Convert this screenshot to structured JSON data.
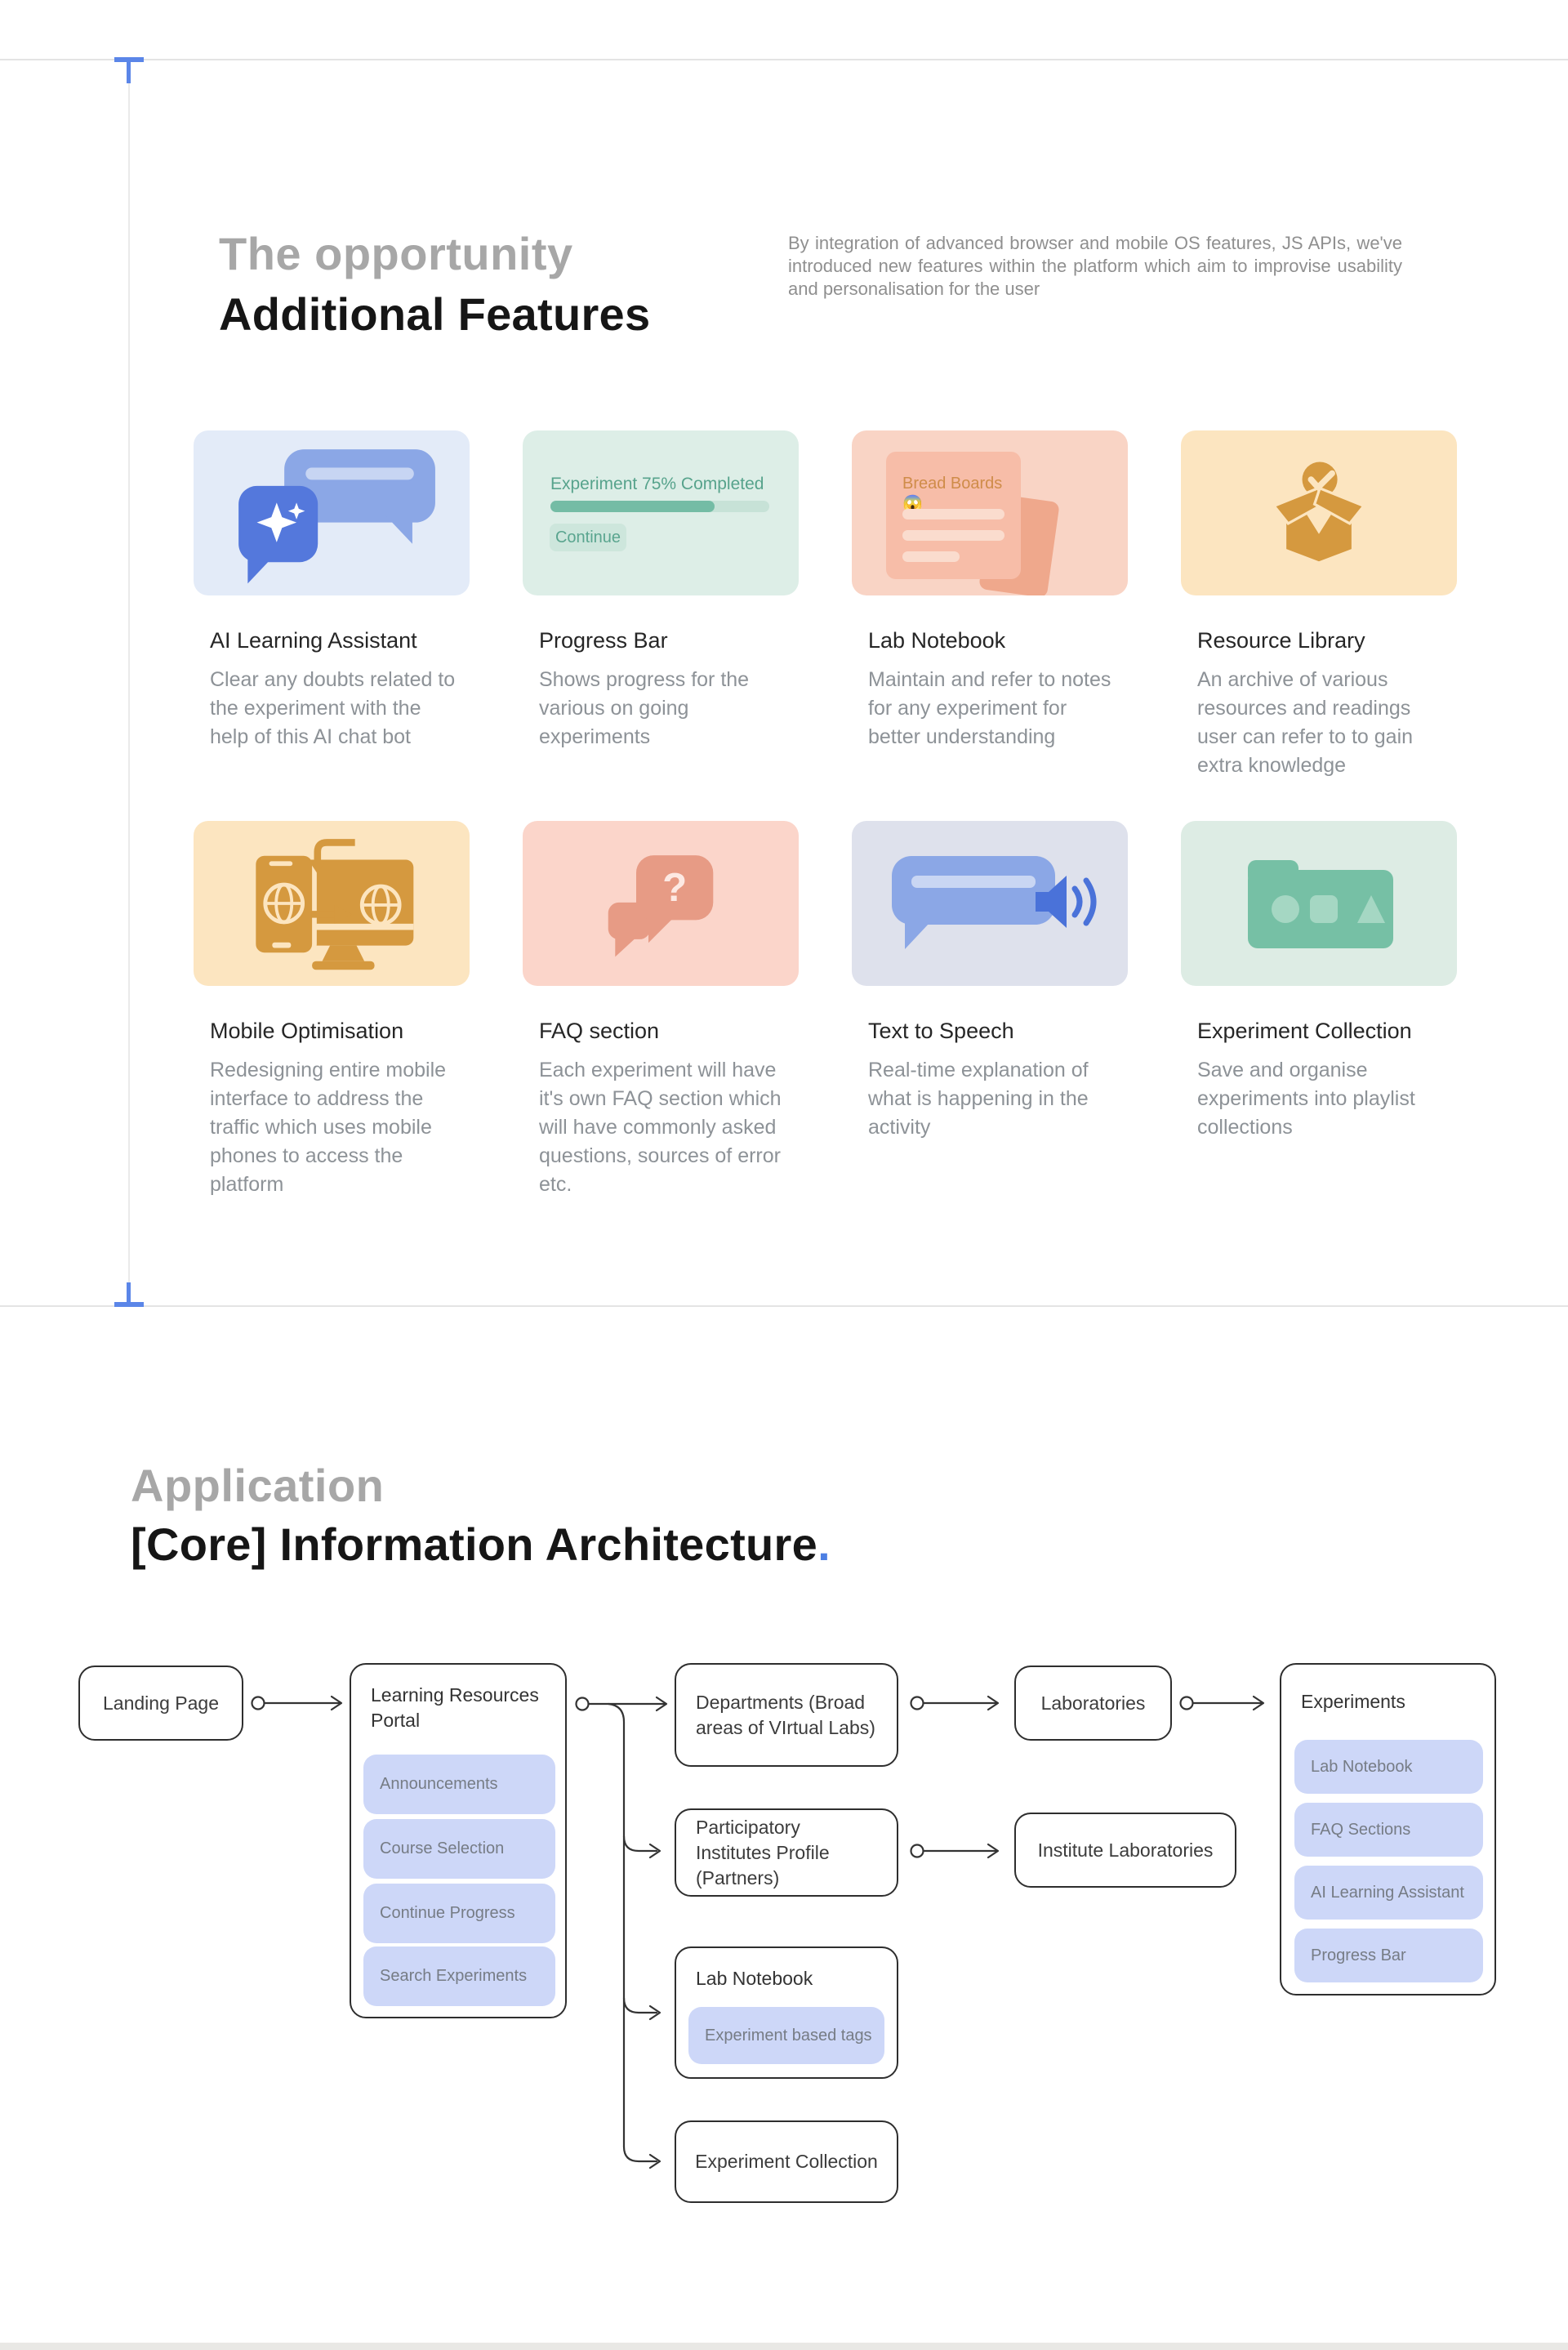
{
  "page": {
    "section_features": {
      "eyebrow": "The opportunity",
      "title": "Additional Features",
      "intro": "By integration of advanced browser and mobile OS features, JS APIs, we've introduced new features within the platform which aim to improvise usability and personalisation for the user",
      "cards": [
        {
          "title": "AI Learning Assistant",
          "description": "Clear any doubts related to the experiment with the help of this AI chat bot"
        },
        {
          "title": "Progress Bar",
          "description": "Shows progress for the various on going experiments",
          "widget": {
            "label": "Experiment 75% Completed",
            "percent": 75,
            "button": "Continue"
          }
        },
        {
          "title": "Lab Notebook",
          "description": "Maintain and refer to notes for any experiment for better understanding",
          "note_title": "Bread Boards 😱"
        },
        {
          "title": "Resource Library",
          "description": "An archive of various resources and readings user can refer to to gain extra knowledge"
        },
        {
          "title": "Mobile Optimisation",
          "description": "Redesigning entire mobile interface to address the traffic which uses mobile phones to access the platform"
        },
        {
          "title": "FAQ section",
          "description": "Each experiment will have it's own FAQ section which will have commonly asked questions, sources of error etc."
        },
        {
          "title": "Text to Speech",
          "description": "Real-time explanation of what is happening in the activity"
        },
        {
          "title": "Experiment Collection",
          "description": "Save and organise experiments into playlist collections"
        }
      ]
    },
    "section_ia": {
      "eyebrow": "Application",
      "title": "[Core] Information Architecture",
      "title_period": "."
    },
    "flowchart": {
      "landing": {
        "label": "Landing Page"
      },
      "portal": {
        "title": "Learning Resources Portal",
        "items": [
          "Announcements",
          "Course Selection",
          "Continue Progress",
          "Search Experiments"
        ]
      },
      "departments": {
        "label": "Departments (Broad areas of VIrtual Labs)"
      },
      "participatory": {
        "label": "Participatory Institutes Profile (Partners)"
      },
      "lab_notebook": {
        "title": "Lab Notebook",
        "tag": "Experiment based tags"
      },
      "experiment_collection": {
        "label": "Experiment Collection"
      },
      "laboratories": {
        "label": "Laboratories"
      },
      "institute_laboratories": {
        "label": "Institute Laboratories"
      },
      "experiments": {
        "title": "Experiments",
        "items": [
          "Lab Notebook",
          "FAQ Sections",
          "AI Learning Assistant",
          "Progress Bar"
        ]
      }
    },
    "colors": {
      "accent_blue": "#4d7fe3",
      "guide_blue": "#5b86e8",
      "card_ai_bg": "#e3ebf8",
      "card_progress_bg": "#ddeee7",
      "card_notebook_bg": "#f9d4c5",
      "card_library_bg": "#fce5c0",
      "card_mobile_bg": "#fce5c0",
      "card_faq_bg": "#fbd5ca",
      "card_tts_bg": "#dee1ec",
      "card_collection_bg": "#ddece4",
      "pill_bg": "#cdd7f8",
      "teal_text": "#57a38c",
      "amber_icon": "#d5993f"
    }
  }
}
